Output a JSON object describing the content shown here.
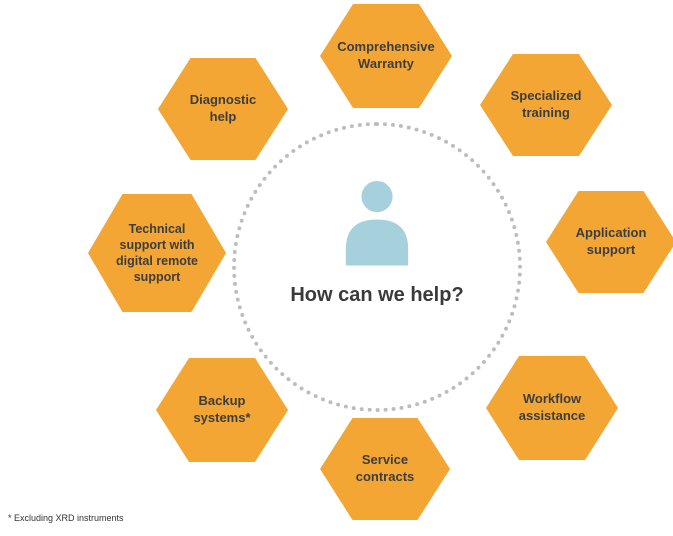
{
  "center": {
    "question": "How can we help?",
    "person_icon_color": "#a6d1dc",
    "circle_dot_color": "#bdbdbd"
  },
  "hexagons": [
    {
      "id": "comprehensive-warranty",
      "label": "Comprehensive\nWarranty"
    },
    {
      "id": "diagnostic-help",
      "label": "Diagnostic\nhelp"
    },
    {
      "id": "specialized-training",
      "label": "Specialized\ntraining"
    },
    {
      "id": "technical-support",
      "label": "Technical\nsupport with\ndigital remote\nsupport"
    },
    {
      "id": "application-support",
      "label": "Application\nsupport"
    },
    {
      "id": "backup-systems",
      "label": "Backup\nsystems*"
    },
    {
      "id": "workflow-assistance",
      "label": "Workflow\nassistance"
    },
    {
      "id": "service-contracts",
      "label": "Service\ncontracts"
    }
  ],
  "colors": {
    "hexagon": "#f3a634",
    "label_text": "#3d3d3d"
  },
  "footnote": "* Excluding XRD instruments"
}
